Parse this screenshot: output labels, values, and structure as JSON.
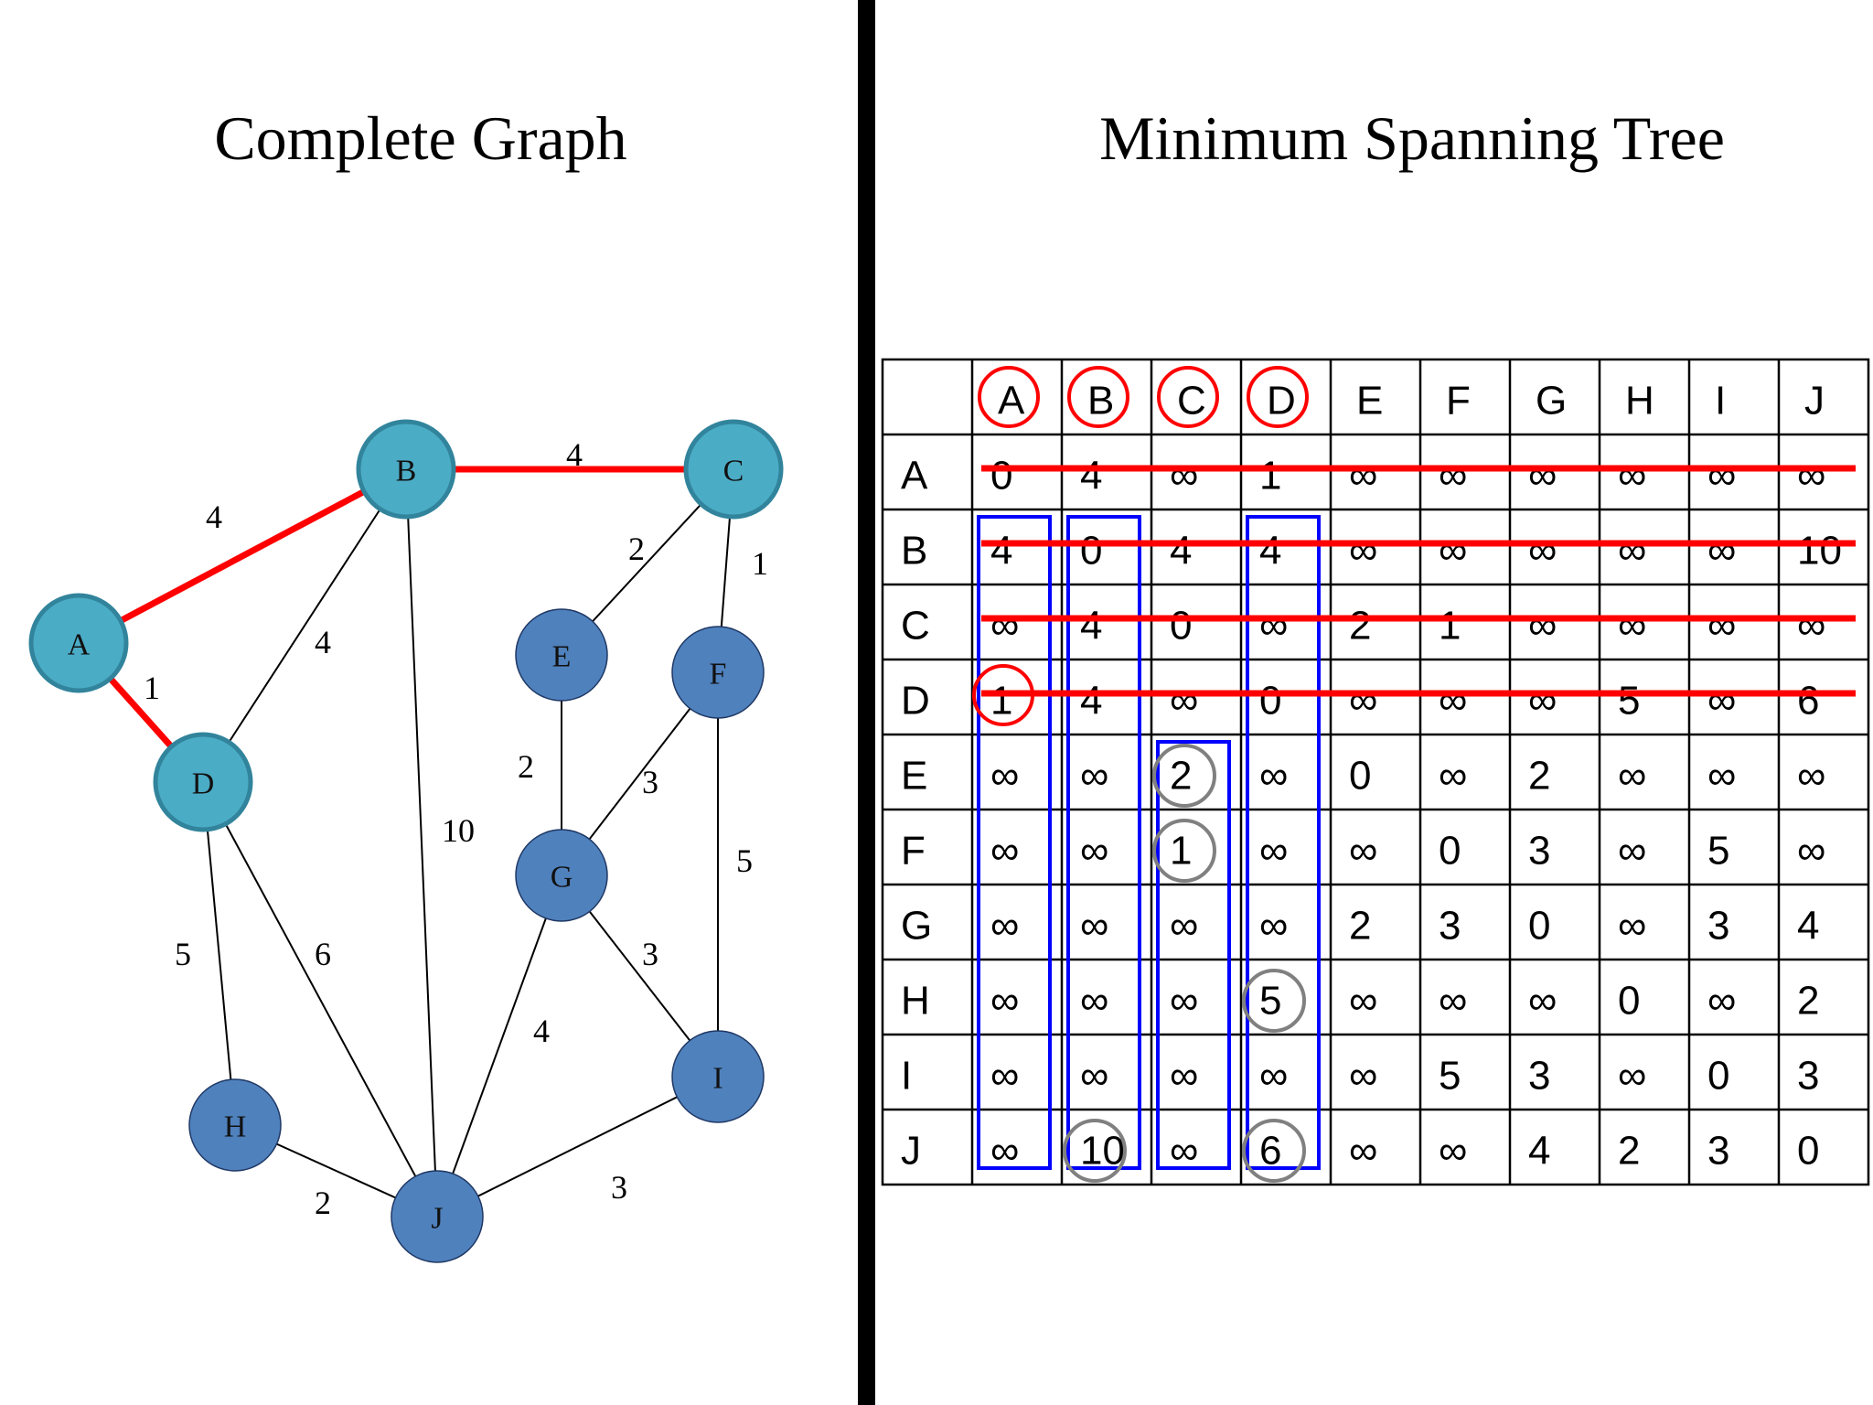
{
  "left": {
    "title": "Complete Graph"
  },
  "right": {
    "title": "Minimum Spanning Tree"
  },
  "colors": {
    "mst": "#ff0000",
    "visited_node": "#4bacc6",
    "unvisited_node": "#4f81bd",
    "node_stroke_visited": "#31849b",
    "node_stroke_unvisited": "#1f3864",
    "column_box": "#0000ff",
    "circle_gray": "#808080",
    "circle_red": "#ff0000"
  },
  "graph": {
    "nodes": [
      {
        "id": "A",
        "label": "A",
        "visited": true
      },
      {
        "id": "B",
        "label": "B",
        "visited": true
      },
      {
        "id": "C",
        "label": "C",
        "visited": true
      },
      {
        "id": "D",
        "label": "D",
        "visited": true
      },
      {
        "id": "E",
        "label": "E",
        "visited": false
      },
      {
        "id": "F",
        "label": "F",
        "visited": false
      },
      {
        "id": "G",
        "label": "G",
        "visited": false
      },
      {
        "id": "H",
        "label": "H",
        "visited": false
      },
      {
        "id": "I",
        "label": "I",
        "visited": false
      },
      {
        "id": "J",
        "label": "J",
        "visited": false
      }
    ],
    "edges": [
      {
        "from": "A",
        "to": "B",
        "weight": "4",
        "mst": true
      },
      {
        "from": "B",
        "to": "C",
        "weight": "4",
        "mst": true
      },
      {
        "from": "A",
        "to": "D",
        "weight": "1",
        "mst": true
      },
      {
        "from": "B",
        "to": "D",
        "weight": "4",
        "mst": false
      },
      {
        "from": "B",
        "to": "J",
        "weight": "10",
        "mst": false
      },
      {
        "from": "C",
        "to": "E",
        "weight": "2",
        "mst": false
      },
      {
        "from": "C",
        "to": "F",
        "weight": "1",
        "mst": false
      },
      {
        "from": "E",
        "to": "G",
        "weight": "2",
        "mst": false
      },
      {
        "from": "F",
        "to": "G",
        "weight": "3",
        "mst": false
      },
      {
        "from": "F",
        "to": "I",
        "weight": "5",
        "mst": false
      },
      {
        "from": "D",
        "to": "H",
        "weight": "5",
        "mst": false
      },
      {
        "from": "D",
        "to": "J",
        "weight": "6",
        "mst": false
      },
      {
        "from": "G",
        "to": "I",
        "weight": "3",
        "mst": false
      },
      {
        "from": "G",
        "to": "J",
        "weight": "4",
        "mst": false
      },
      {
        "from": "H",
        "to": "J",
        "weight": "2",
        "mst": false
      },
      {
        "from": "I",
        "to": "J",
        "weight": "3",
        "mst": false
      }
    ]
  },
  "matrix": {
    "headers": [
      "A",
      "B",
      "C",
      "D",
      "E",
      "F",
      "G",
      "H",
      "I",
      "J"
    ],
    "rows": [
      {
        "label": "A",
        "cells": [
          "0",
          "4",
          "∞",
          "1",
          "∞",
          "∞",
          "∞",
          "∞",
          "∞",
          "∞"
        ],
        "struck": true
      },
      {
        "label": "B",
        "cells": [
          "4",
          "0",
          "4",
          "4",
          "∞",
          "∞",
          "∞",
          "∞",
          "∞",
          "10"
        ],
        "struck": true
      },
      {
        "label": "C",
        "cells": [
          "∞",
          "4",
          "0",
          "∞",
          "2",
          "1",
          "∞",
          "∞",
          "∞",
          "∞"
        ],
        "struck": true
      },
      {
        "label": "D",
        "cells": [
          "1",
          "4",
          "∞",
          "0",
          "∞",
          "∞",
          "∞",
          "5",
          "∞",
          "6"
        ],
        "struck": true
      },
      {
        "label": "E",
        "cells": [
          "∞",
          "∞",
          "2",
          "∞",
          "0",
          "∞",
          "2",
          "∞",
          "∞",
          "∞"
        ],
        "struck": false
      },
      {
        "label": "F",
        "cells": [
          "∞",
          "∞",
          "1",
          "∞",
          "∞",
          "0",
          "3",
          "∞",
          "5",
          "∞"
        ],
        "struck": false
      },
      {
        "label": "G",
        "cells": [
          "∞",
          "∞",
          "∞",
          "∞",
          "2",
          "3",
          "0",
          "∞",
          "3",
          "4"
        ],
        "struck": false
      },
      {
        "label": "H",
        "cells": [
          "∞",
          "∞",
          "∞",
          "5",
          "∞",
          "∞",
          "∞",
          "0",
          "∞",
          "2"
        ],
        "struck": false
      },
      {
        "label": "I",
        "cells": [
          "∞",
          "∞",
          "∞",
          "∞",
          "∞",
          "5",
          "3",
          "∞",
          "0",
          "3"
        ],
        "struck": false
      },
      {
        "label": "J",
        "cells": [
          "∞",
          "10",
          "∞",
          "6",
          "∞",
          "∞",
          "4",
          "2",
          "3",
          "0"
        ],
        "struck": false
      }
    ],
    "visited_headers": [
      "A",
      "B",
      "C",
      "D"
    ],
    "boxed_columns": [
      "A",
      "B",
      "C",
      "D"
    ],
    "red_circled_cells": [
      {
        "row": "D",
        "col": "A"
      }
    ],
    "gray_circled_cells": [
      {
        "row": "E",
        "col": "C"
      },
      {
        "row": "F",
        "col": "C"
      },
      {
        "row": "H",
        "col": "D"
      },
      {
        "row": "J",
        "col": "B"
      },
      {
        "row": "J",
        "col": "D"
      }
    ]
  }
}
